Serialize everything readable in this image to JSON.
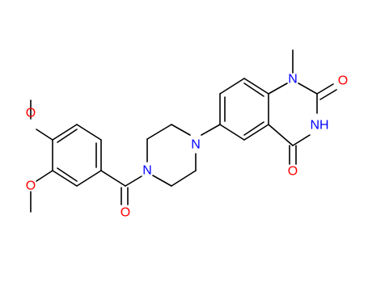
{
  "molecule": {
    "colors": {
      "bond": "#000000",
      "oxygen": "#ff0000",
      "nitrogen": "#0000ff",
      "background": "#ffffff"
    },
    "labels": {
      "n_piperazine_left": "N",
      "n_piperazine_right": "N",
      "n1_quinazoline": "N",
      "nh_quinazoline": "NH",
      "o_carbonyl_amide": "O",
      "o_c2": "O",
      "o_c4": "O",
      "o_methoxy_4": "O",
      "o_methoxy_3": "O"
    }
  }
}
